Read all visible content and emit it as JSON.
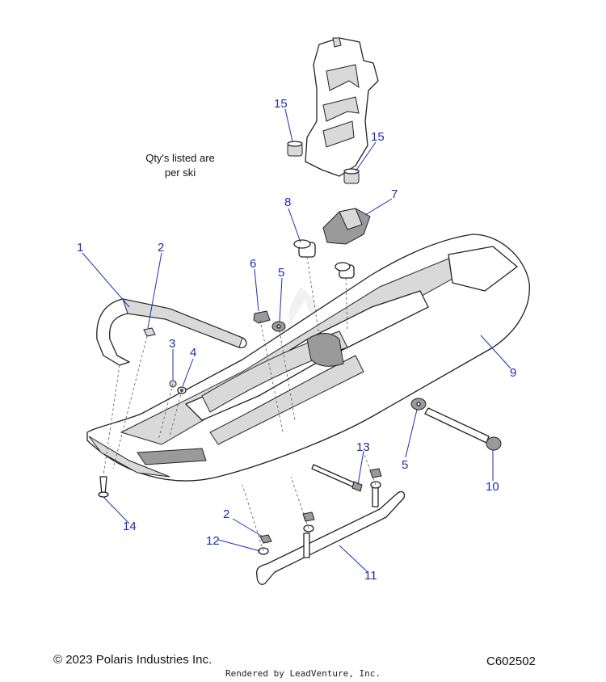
{
  "diagram": {
    "note": "Qty's listed are per ski",
    "callouts": [
      {
        "id": "c1",
        "label": "1"
      },
      {
        "id": "c2a",
        "label": "2"
      },
      {
        "id": "c3",
        "label": "3"
      },
      {
        "id": "c4",
        "label": "4"
      },
      {
        "id": "c5a",
        "label": "5"
      },
      {
        "id": "c5b",
        "label": "5"
      },
      {
        "id": "c6",
        "label": "6"
      },
      {
        "id": "c7",
        "label": "7"
      },
      {
        "id": "c8",
        "label": "8"
      },
      {
        "id": "c9",
        "label": "9"
      },
      {
        "id": "c10",
        "label": "10"
      },
      {
        "id": "c11",
        "label": "11"
      },
      {
        "id": "c12",
        "label": "12"
      },
      {
        "id": "c13",
        "label": "13"
      },
      {
        "id": "c14",
        "label": "14"
      },
      {
        "id": "c15a",
        "label": "15"
      },
      {
        "id": "c15b",
        "label": "15"
      },
      {
        "id": "c2b",
        "label": "2"
      }
    ]
  },
  "footer": {
    "copyright": "© 2023 Polaris Industries Inc.",
    "code": "C602502",
    "rendered_by": "Rendered by LeadVenture, Inc."
  }
}
